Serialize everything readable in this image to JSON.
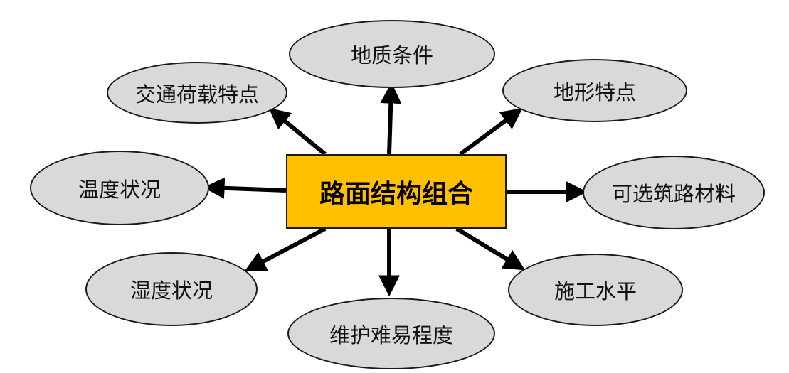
{
  "diagram": {
    "center": {
      "label": "路面结构组合",
      "fill": "#FFC000"
    },
    "factors": {
      "geology": "地质条件",
      "traffic_load": "交通荷载特点",
      "terrain": "地形特点",
      "temperature": "温度状况",
      "materials": "可选筑路材料",
      "humidity": "湿度状况",
      "construction": "施工水平",
      "maintenance": "维护难易程度"
    },
    "factor_fill": "#D9D9D9",
    "arrow_color": "#000000"
  }
}
